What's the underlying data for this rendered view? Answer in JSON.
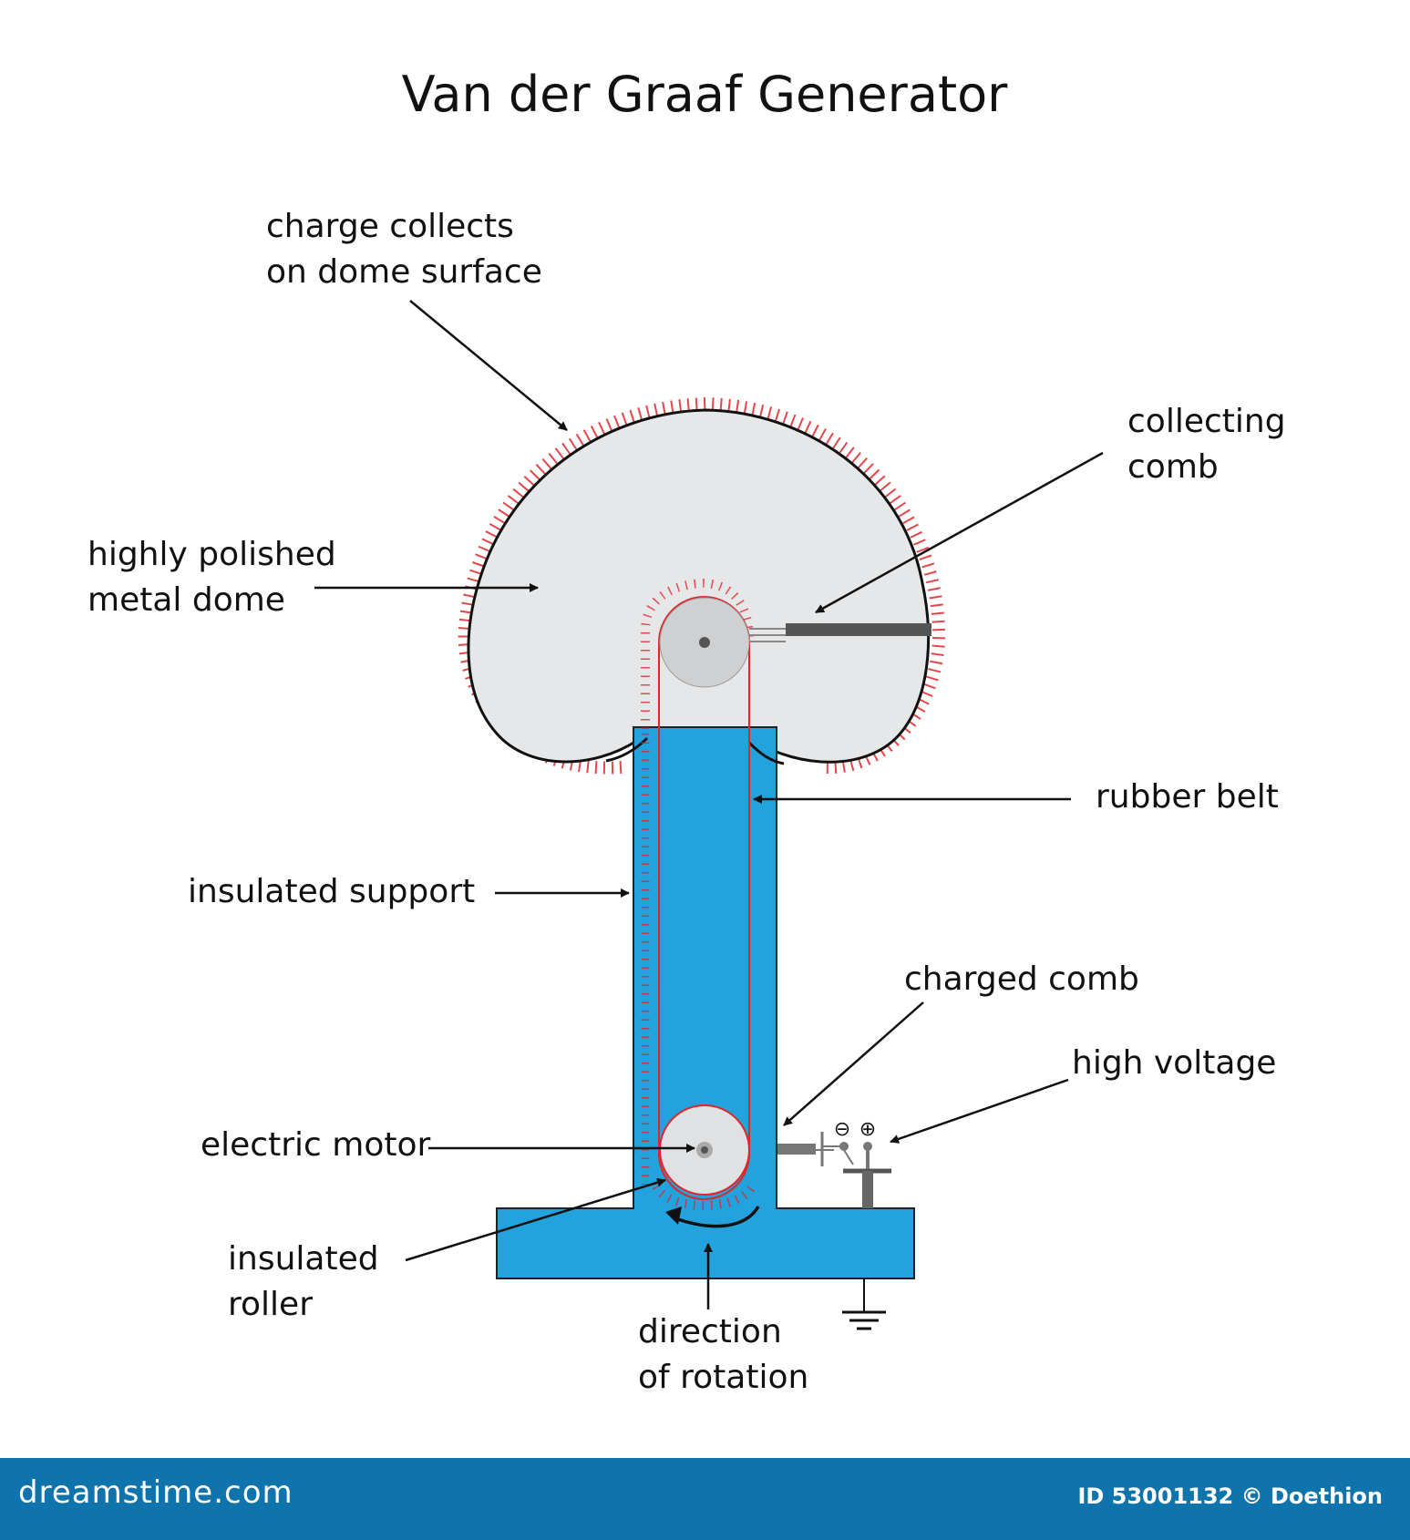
{
  "title": "Van der Graaf Generator",
  "labels": {
    "charge_collects_1": "charge collects",
    "charge_collects_2": "on dome surface",
    "collecting_comb_1": "collecting",
    "collecting_comb_2": "comb",
    "polished_dome_1": "highly polished",
    "polished_dome_2": "metal dome",
    "rubber_belt": "rubber belt",
    "insulated_support": "insulated support",
    "charged_comb": "charged comb",
    "high_voltage": "high voltage",
    "electric_motor": "electric motor",
    "insulated_roller_1": "insulated",
    "insulated_roller_2": "roller",
    "direction_1": "direction",
    "direction_2": "of rotation"
  },
  "symbols": {
    "negative": "⊖",
    "positive": "⊕"
  },
  "colors": {
    "support": "#22a3dd",
    "dome": "#e6e7e8",
    "charge": "#e0262a",
    "footer": "#0f73ac"
  },
  "footer": {
    "brand": "dreamstime.com",
    "credit": "ID 53001132 © Doethion"
  }
}
